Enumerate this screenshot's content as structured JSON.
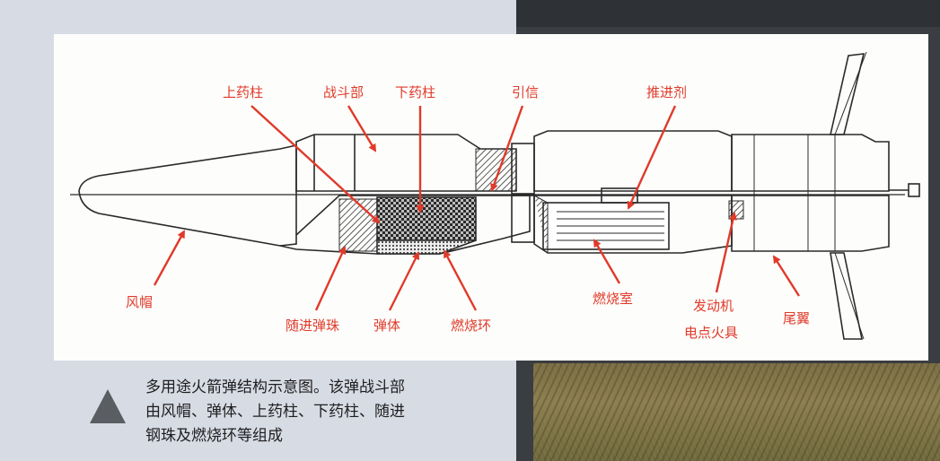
{
  "labels": {
    "upper_charge": "上药柱",
    "warhead": "战斗部",
    "lower_charge": "下药柱",
    "fuze": "引信",
    "propellant": "推进剂",
    "windshield": "风帽",
    "follow_pellets": "随进弹珠",
    "shell_body": "弹体",
    "incendiary_ring": "燃烧环",
    "combustion_chamber": "燃烧室",
    "motor_igniter_line1": "发动机",
    "motor_igniter_line2": "电点火具",
    "tail_fins": "尾翼"
  },
  "caption": {
    "line1": "多用途火箭弹结构示意图。该弹战斗部",
    "line2": "由风帽、弹体、上药柱、下药柱、随进",
    "line3": "钢珠及燃烧环等组成"
  },
  "colors": {
    "label_red": "#e03a2a",
    "arrow_red": "#e03a2a",
    "line_dark": "#2a2a2a",
    "panel_dark": "#3a3d41"
  },
  "icons": {
    "caption_marker": "triangle-icon"
  }
}
